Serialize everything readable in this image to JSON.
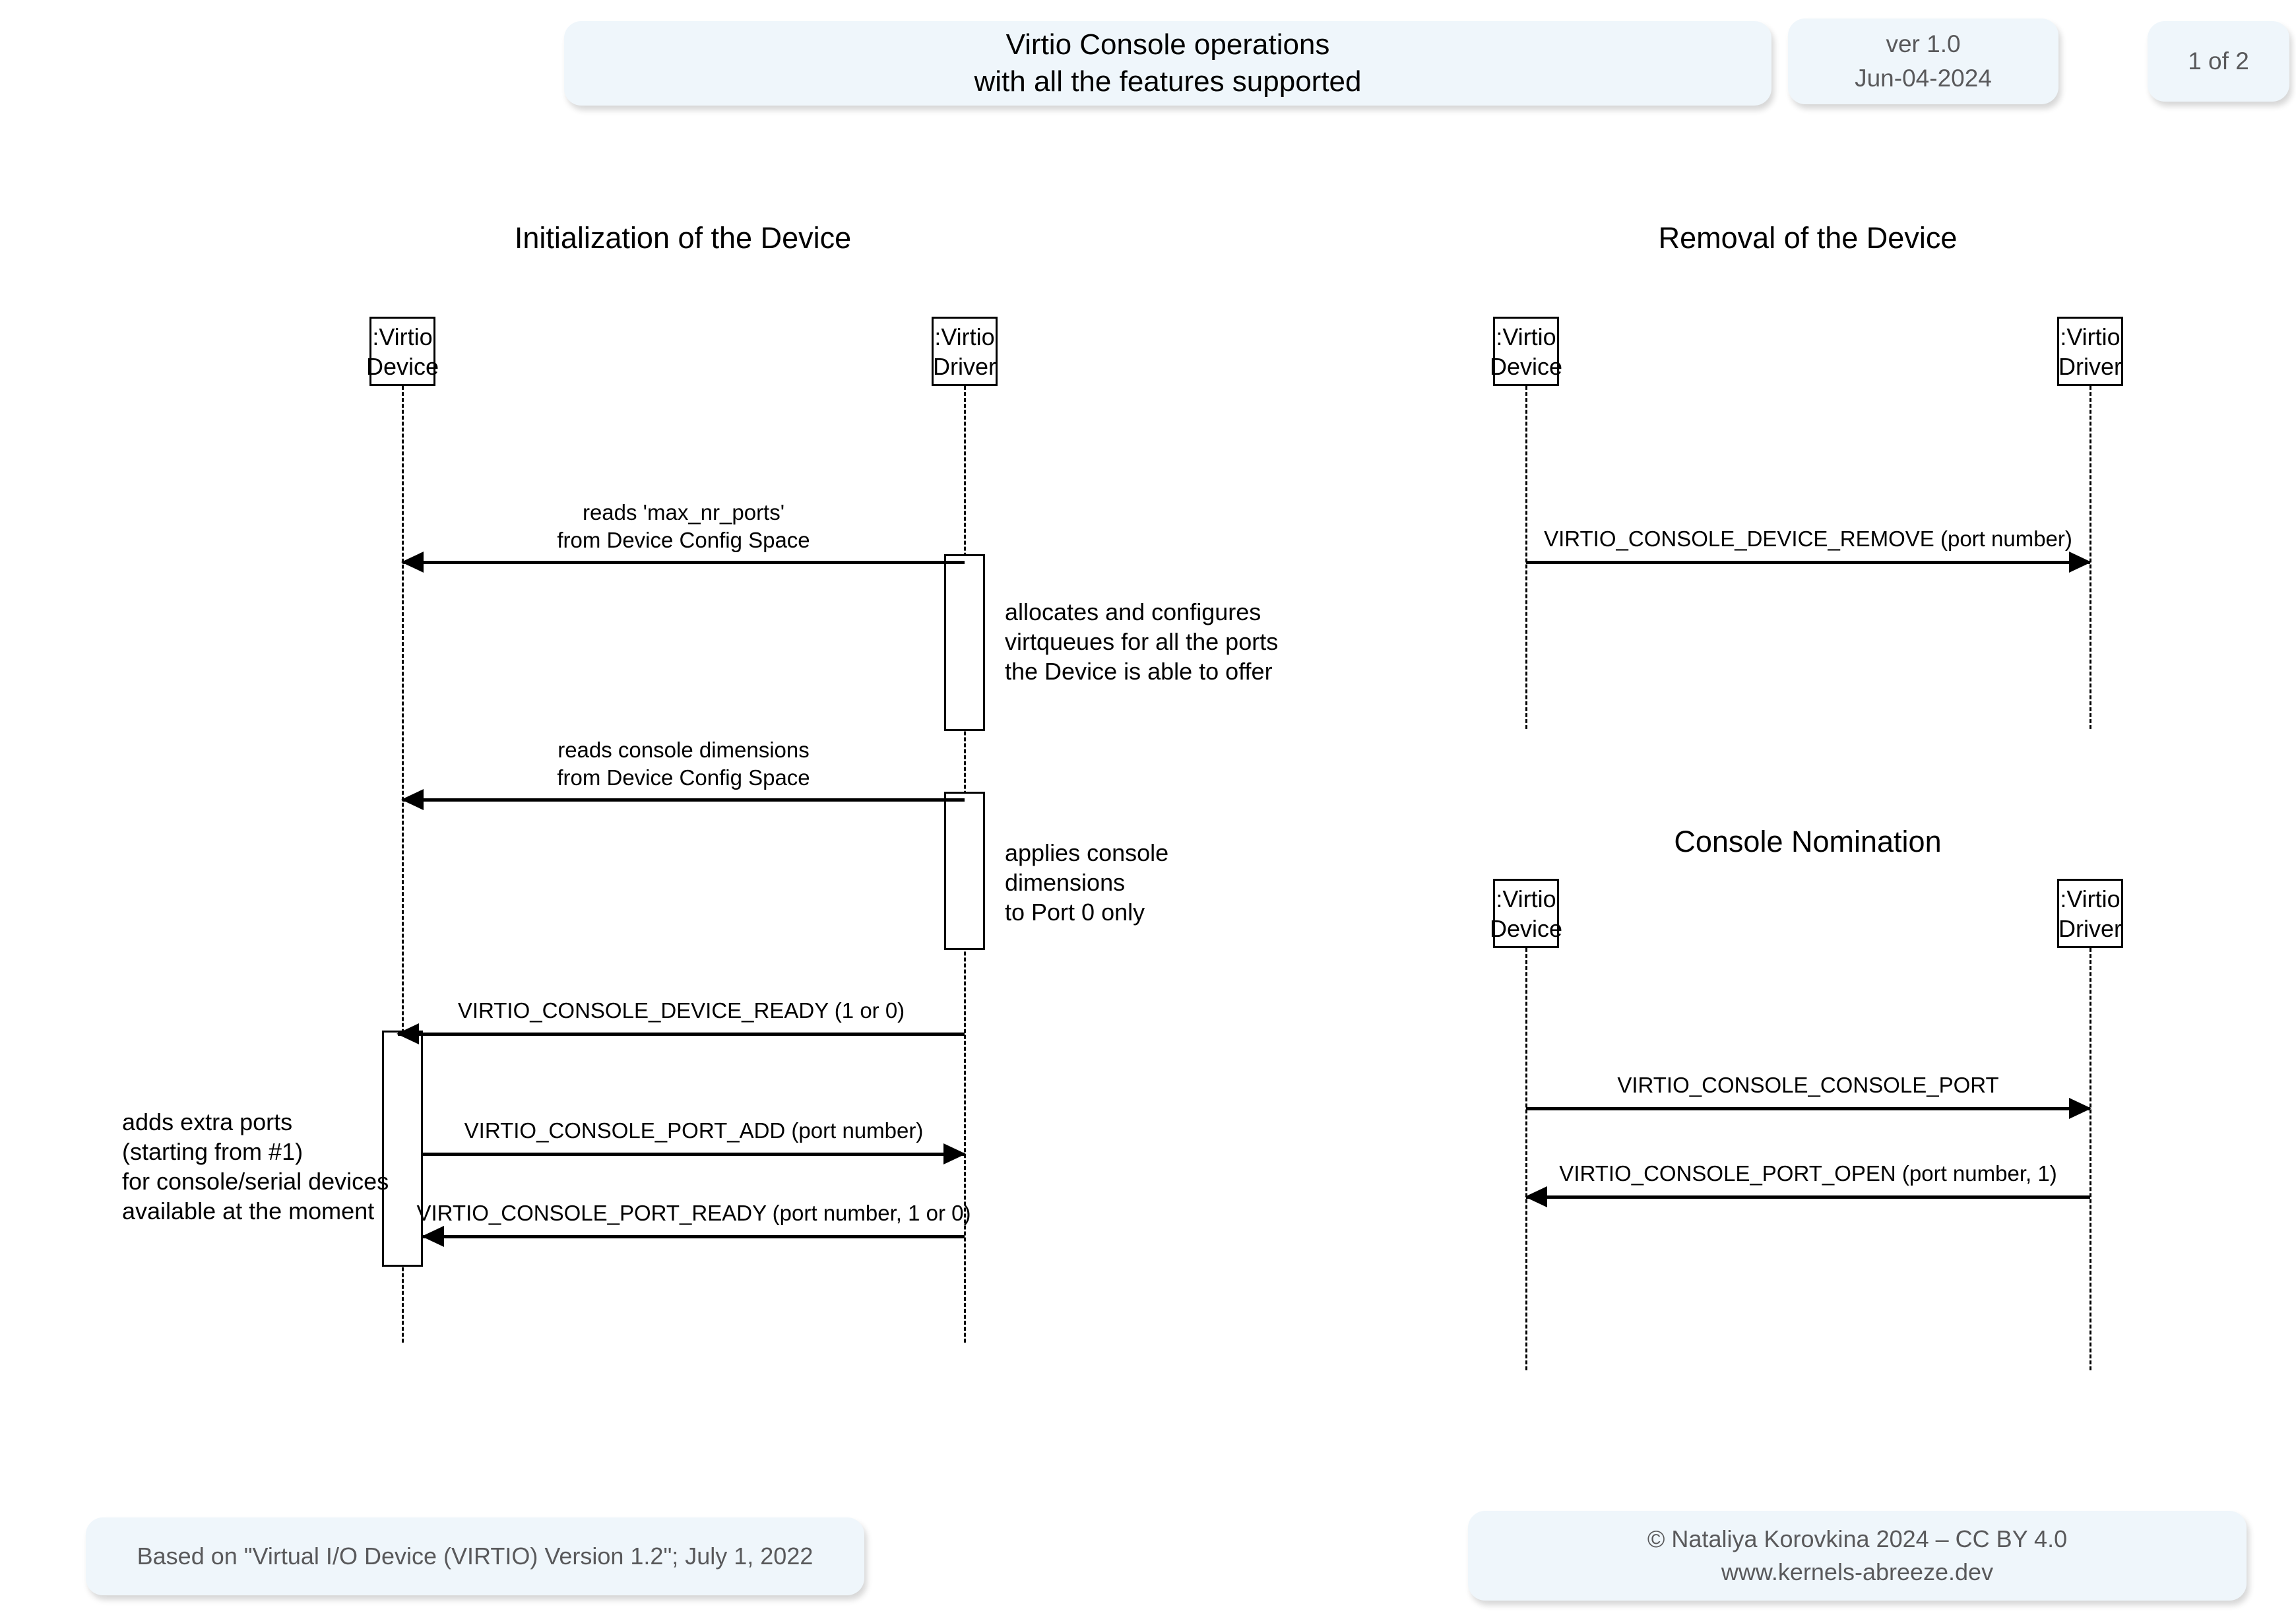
{
  "header": {
    "title_line1": "Virtio Console operations",
    "title_line2": "with all the features supported",
    "version_line1": "ver 1.0",
    "version_line2": "Jun-04-2024",
    "page_indicator": "1 of 2"
  },
  "footer": {
    "source": "Based on \"Virtual I/O Device (VIRTIO) Version 1.2\"; July 1, 2022",
    "copyright_line1": "© Nataliya Korovkina 2024 – CC BY 4.0",
    "copyright_line2": "www.kernels-abreeze.dev"
  },
  "colors": {
    "pill_background": "#eff6fb",
    "pill_text": "#59595b",
    "diagram_stroke": "#000000",
    "page_background": "#ffffff"
  },
  "sections": [
    {
      "id": "initialization",
      "title": "Initialization of the Device",
      "participants": [
        {
          "id": "device",
          "line1": ":Virtio",
          "line2": "Device"
        },
        {
          "id": "driver",
          "line1": ":Virtio",
          "line2": "Driver"
        }
      ],
      "messages": [
        {
          "id": "reads-max-nr-ports",
          "direction": "left",
          "from": "driver",
          "to": "device",
          "label_line1": "reads 'max_nr_ports'",
          "label_line2": "from Device Config Space"
        },
        {
          "id": "reads-console-dimensions",
          "direction": "left",
          "from": "driver",
          "to": "device",
          "label_line1": "reads console dimensions",
          "label_line2": "from Device Config Space"
        },
        {
          "id": "device-ready",
          "direction": "left",
          "from": "driver",
          "to": "device",
          "label_line1": "VIRTIO_CONSOLE_DEVICE_READY (1 or 0)"
        },
        {
          "id": "port-add",
          "direction": "right",
          "from": "device",
          "to": "driver",
          "label_line1": "VIRTIO_CONSOLE_PORT_ADD (port number)"
        },
        {
          "id": "port-ready",
          "direction": "left",
          "from": "driver",
          "to": "device",
          "label_line1": "VIRTIO_CONSOLE_PORT_READY (port number, 1 or 0)"
        }
      ],
      "notes": [
        {
          "id": "allocates-virtqueues",
          "lines": [
            "allocates and configures",
            "virtqueues for all the ports",
            "the Device is able to offer"
          ]
        },
        {
          "id": "applies-console-dimensions",
          "lines": [
            "applies console",
            "dimensions",
            "to Port 0 only"
          ]
        },
        {
          "id": "adds-extra-ports",
          "lines": [
            "adds extra ports",
            "(starting from #1)",
            "for console/serial devices",
            "available at the moment"
          ]
        }
      ]
    },
    {
      "id": "removal",
      "title": "Removal of the Device",
      "participants": [
        {
          "id": "device",
          "line1": ":Virtio",
          "line2": "Device"
        },
        {
          "id": "driver",
          "line1": ":Virtio",
          "line2": "Driver"
        }
      ],
      "messages": [
        {
          "id": "device-remove",
          "direction": "right",
          "from": "device",
          "to": "driver",
          "label_line1": "VIRTIO_CONSOLE_DEVICE_REMOVE (port number)"
        }
      ],
      "notes": []
    },
    {
      "id": "console-nomination",
      "title": "Console Nomination",
      "participants": [
        {
          "id": "device",
          "line1": ":Virtio",
          "line2": "Device"
        },
        {
          "id": "driver",
          "line1": ":Virtio",
          "line2": "Driver"
        }
      ],
      "messages": [
        {
          "id": "console-port",
          "direction": "right",
          "from": "device",
          "to": "driver",
          "label_line1": "VIRTIO_CONSOLE_CONSOLE_PORT"
        },
        {
          "id": "port-open",
          "direction": "left",
          "from": "driver",
          "to": "device",
          "label_line1": "VIRTIO_CONSOLE_PORT_OPEN  (port number, 1)"
        }
      ],
      "notes": []
    }
  ]
}
